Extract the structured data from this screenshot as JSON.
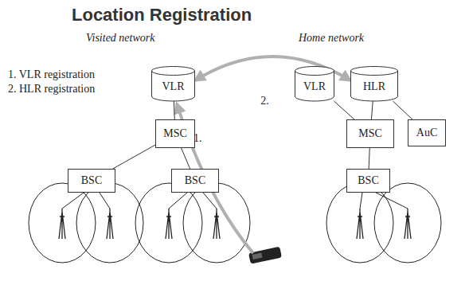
{
  "diagram": {
    "title": "Location Registration",
    "nodes": [
      {
        "text": [
          "VLR"
        ]
      },
      {
        "text": [
          "VLR"
        ]
      },
      {
        "text": [
          "HLR"
        ]
      },
      {
        "text": [
          "MSC"
        ]
      },
      {
        "text": [
          "MSC"
        ]
      },
      {
        "text": [
          "AuC"
        ]
      },
      {
        "text": [
          "BSC"
        ]
      },
      {
        "text": [
          "BSC"
        ]
      },
      {
        "text": [
          "BSC"
        ]
      }
    ],
    "edges": [
      {
        "from": 0,
        "to": 2,
        "label": "2.",
        "arrow": "both"
      },
      {
        "from": 0,
        "to": 3,
        "arrow": "none"
      },
      {
        "from": 3,
        "to": 6,
        "arrow": "none"
      },
      {
        "from": 3,
        "to": 7,
        "arrow": "none"
      },
      {
        "from": 1,
        "to": 4,
        "arrow": "none"
      },
      {
        "from": 2,
        "to": 4,
        "arrow": "none"
      },
      {
        "from": 2,
        "to": 5,
        "arrow": "none"
      },
      {
        "from": 4,
        "to": 8,
        "arrow": "none"
      }
    ],
    "labels": [
      "Visited network",
      "Home network",
      "1. VLR registration",
      "2. HLR registration",
      "1."
    ]
  }
}
